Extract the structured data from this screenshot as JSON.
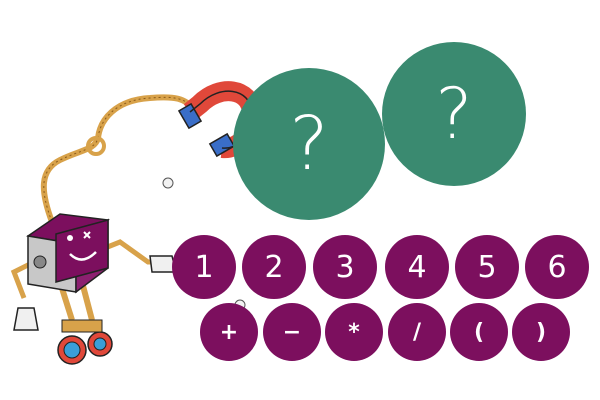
{
  "colors": {
    "target_bg": "#3a8a70",
    "key_bg": "#7c0f5e",
    "text": "#ffffff"
  },
  "targets": [
    "?",
    "?"
  ],
  "number_keys": [
    "1",
    "2",
    "3",
    "4",
    "5",
    "6"
  ],
  "operator_keys": [
    "+",
    "−",
    "*",
    "/",
    "(",
    ")"
  ],
  "robot": {
    "icon": "robot-with-magnet-icon",
    "magnet_icon": "horseshoe-magnet-icon"
  }
}
